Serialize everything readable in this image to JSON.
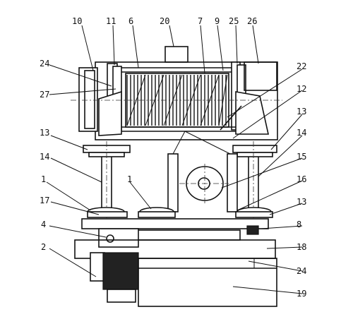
{
  "callouts": [
    {
      "id": "c-10",
      "label": "10"
    },
    {
      "id": "c-11",
      "label": "11"
    },
    {
      "id": "c-6",
      "label": "6"
    },
    {
      "id": "c-20",
      "label": "20"
    },
    {
      "id": "c-7",
      "label": "7"
    },
    {
      "id": "c-9",
      "label": "9"
    },
    {
      "id": "c-25",
      "label": "25"
    },
    {
      "id": "c-26",
      "label": "26"
    },
    {
      "id": "c-24a",
      "label": "24"
    },
    {
      "id": "c-22",
      "label": "22"
    },
    {
      "id": "c-27",
      "label": "27"
    },
    {
      "id": "c-12",
      "label": "12"
    },
    {
      "id": "c-13a",
      "label": "13"
    },
    {
      "id": "c-13b",
      "label": "13"
    },
    {
      "id": "c-14a",
      "label": "14"
    },
    {
      "id": "c-14b",
      "label": "14"
    },
    {
      "id": "c-15",
      "label": "15"
    },
    {
      "id": "c-1a",
      "label": "1"
    },
    {
      "id": "c-1b",
      "label": "1"
    },
    {
      "id": "c-16",
      "label": "16"
    },
    {
      "id": "c-17",
      "label": "17"
    },
    {
      "id": "c-13c",
      "label": "13"
    },
    {
      "id": "c-4",
      "label": "4"
    },
    {
      "id": "c-8",
      "label": "8"
    },
    {
      "id": "c-18",
      "label": "18"
    },
    {
      "id": "c-2",
      "label": "2"
    },
    {
      "id": "c-24b",
      "label": "24"
    },
    {
      "id": "c-19",
      "label": "19"
    }
  ]
}
